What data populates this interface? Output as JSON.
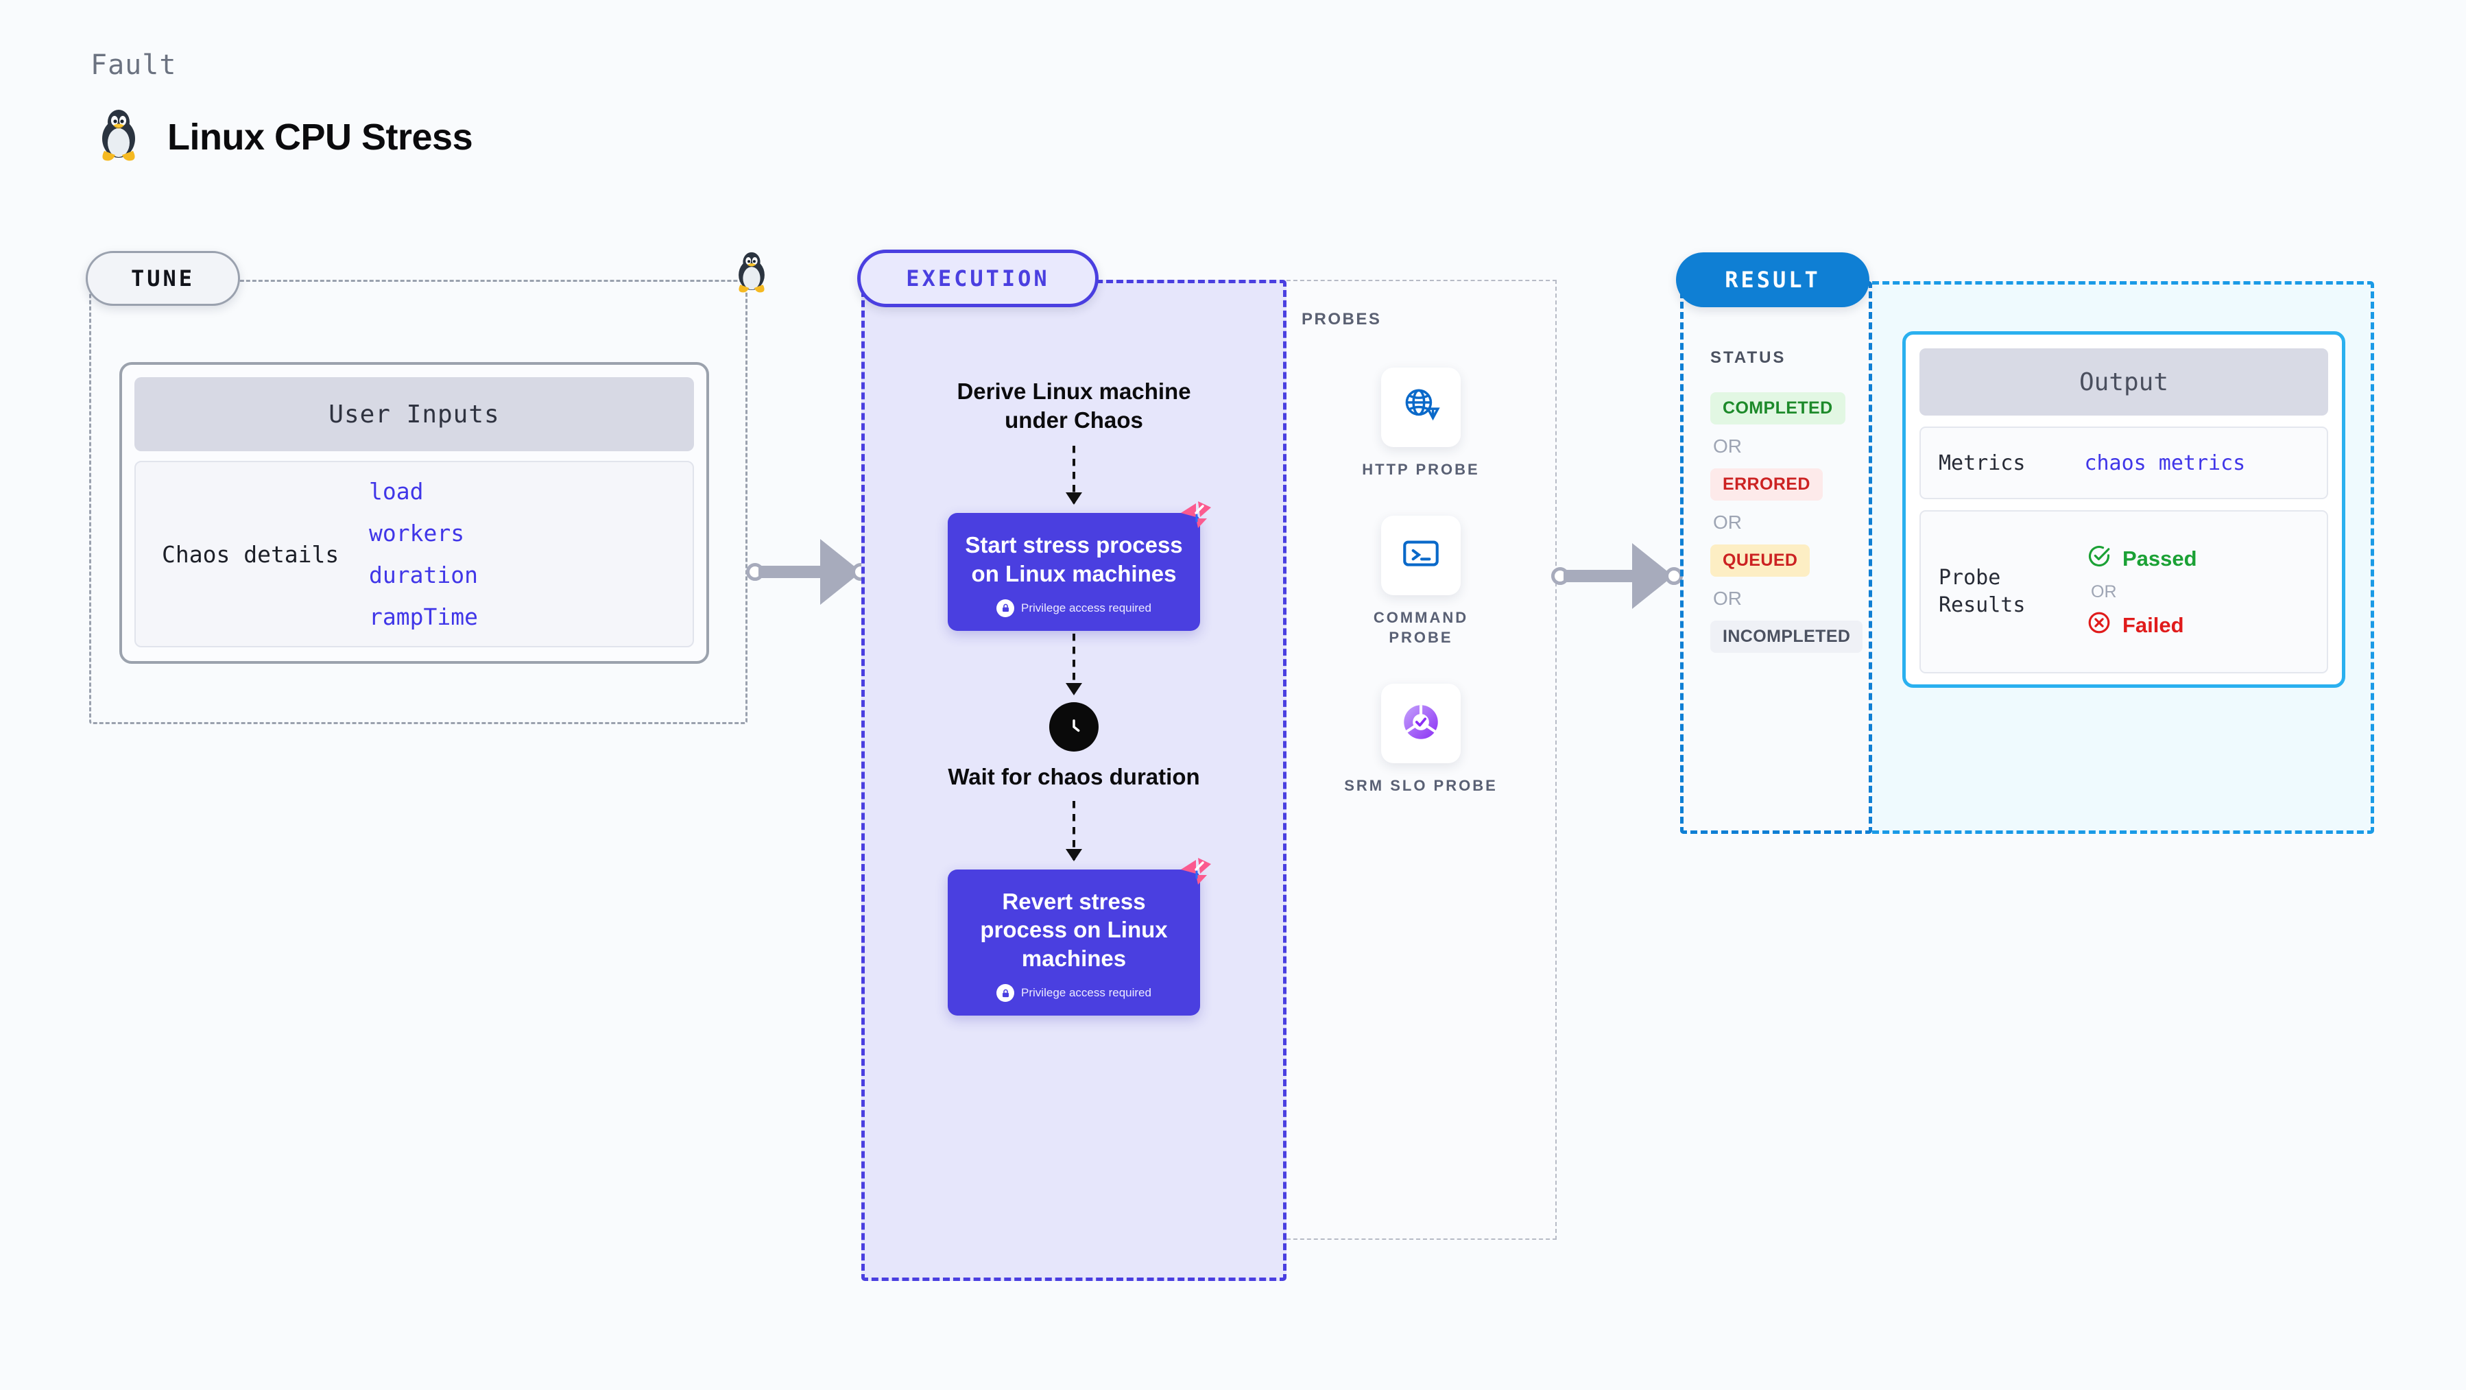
{
  "header": {
    "kicker": "Fault",
    "title": "Linux CPU Stress",
    "icon": "linux-penguin-icon"
  },
  "tune": {
    "pill_label": "TUNE",
    "card_title": "User Inputs",
    "row_label": "Chaos details",
    "params": [
      "load",
      "workers",
      "duration",
      "rampTime"
    ],
    "corner_icon": "linux-penguin-icon"
  },
  "execution": {
    "pill_label": "EXECUTION",
    "steps": [
      {
        "type": "title",
        "label": "Derive Linux machine under Chaos"
      },
      {
        "type": "action",
        "label": "Start stress process on Linux machines",
        "note": "Privilege access required",
        "icon": "lock-icon",
        "badge": "harness-logo-icon"
      },
      {
        "type": "wait",
        "label": "Wait for chaos duration",
        "icon": "clock-icon"
      },
      {
        "type": "action",
        "label": "Revert stress process on Linux machines",
        "note": "Privilege access required",
        "icon": "lock-icon",
        "badge": "harness-logo-icon"
      }
    ],
    "probes": {
      "caption": "PROBES",
      "items": [
        {
          "label": "HTTP PROBE",
          "icon": "globe-warning-icon"
        },
        {
          "label": "COMMAND PROBE",
          "icon": "terminal-icon"
        },
        {
          "label": "SRM SLO PROBE",
          "icon": "slo-donut-check-icon"
        }
      ]
    }
  },
  "result": {
    "pill_label": "RESULT",
    "status": {
      "caption": "STATUS",
      "or_label": "OR",
      "badges": [
        {
          "label": "COMPLETED",
          "bg": "#e2f7e3",
          "fg": "#1d8a2a"
        },
        {
          "label": "ERRORED",
          "bg": "#fdeaea",
          "fg": "#cc2222"
        },
        {
          "label": "QUEUED",
          "bg": "#fdeec4",
          "fg": "#cc2222"
        },
        {
          "label": "INCOMPLETED",
          "bg": "#eff1f6",
          "fg": "#4b5160"
        }
      ]
    },
    "output": {
      "title": "Output",
      "metrics_key": "Metrics",
      "metrics_value": "chaos metrics",
      "probe_results_key": "Probe Results",
      "or_label": "OR",
      "passed_label": "Passed",
      "failed_label": "Failed",
      "passed_icon": "check-circle-icon",
      "failed_icon": "x-circle-icon"
    }
  },
  "connectors": [
    {
      "name": "tune-to-execution"
    },
    {
      "name": "execution-to-result"
    }
  ],
  "colors": {
    "page_bg": "#f9fbfd",
    "tune_border": "#9aa1ae",
    "execution_accent": "#4a3fe0",
    "execution_bg": "#e6e6fb",
    "result_accent": "#0f7fd4",
    "output_bg": "#effafe",
    "param_text": "#4036e8",
    "harness_pink": "#fb5a8f"
  }
}
